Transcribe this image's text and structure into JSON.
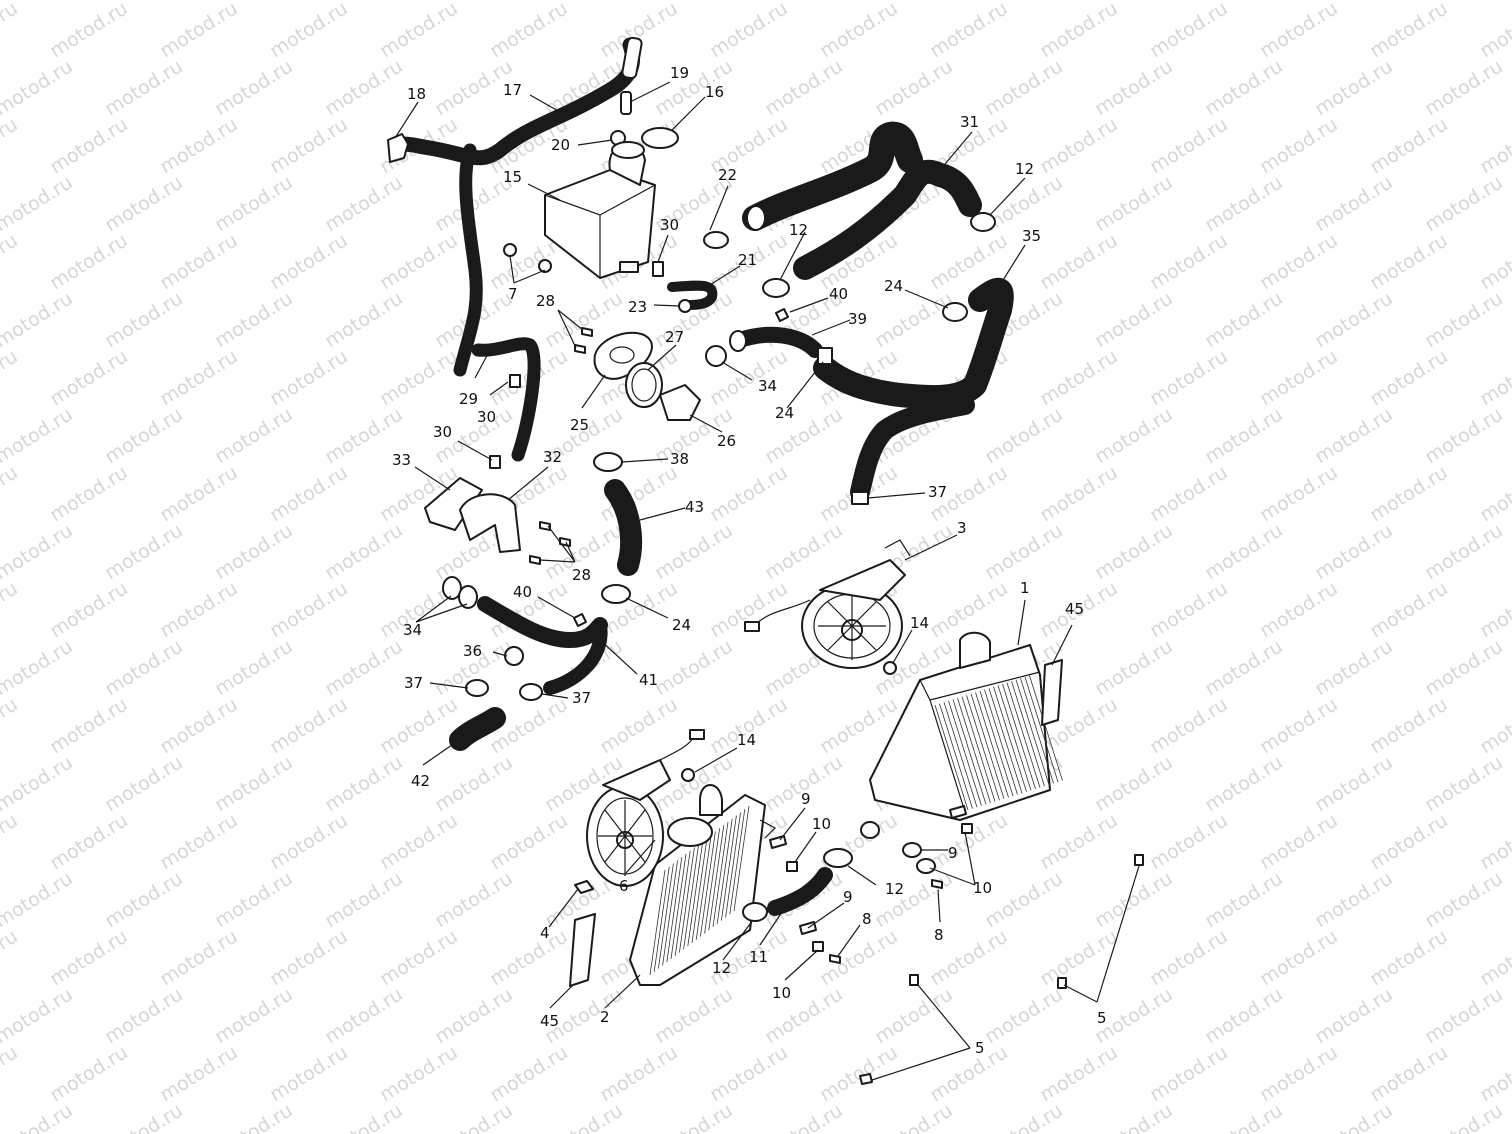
{
  "watermark": "motod.ru",
  "labels": [
    {
      "id": "l1",
      "text": "1"
    },
    {
      "id": "l2",
      "text": "2"
    },
    {
      "id": "l3",
      "text": "3"
    },
    {
      "id": "l4",
      "text": "4"
    },
    {
      "id": "l5a",
      "text": "5"
    },
    {
      "id": "l5b",
      "text": "5"
    },
    {
      "id": "l6",
      "text": "6"
    },
    {
      "id": "l7",
      "text": "7"
    },
    {
      "id": "l8a",
      "text": "8"
    },
    {
      "id": "l8b",
      "text": "8"
    },
    {
      "id": "l9a",
      "text": "9"
    },
    {
      "id": "l9b",
      "text": "9"
    },
    {
      "id": "l9c",
      "text": "9"
    },
    {
      "id": "l10a",
      "text": "10"
    },
    {
      "id": "l10b",
      "text": "10"
    },
    {
      "id": "l10c",
      "text": "10"
    },
    {
      "id": "l11",
      "text": "11"
    },
    {
      "id": "l12a",
      "text": "12"
    },
    {
      "id": "l12b",
      "text": "12"
    },
    {
      "id": "l12c",
      "text": "12"
    },
    {
      "id": "l12d",
      "text": "12"
    },
    {
      "id": "l14a",
      "text": "14"
    },
    {
      "id": "l14b",
      "text": "14"
    },
    {
      "id": "l15",
      "text": "15"
    },
    {
      "id": "l16",
      "text": "16"
    },
    {
      "id": "l17",
      "text": "17"
    },
    {
      "id": "l18",
      "text": "18"
    },
    {
      "id": "l19",
      "text": "19"
    },
    {
      "id": "l20",
      "text": "20"
    },
    {
      "id": "l21",
      "text": "21"
    },
    {
      "id": "l22",
      "text": "22"
    },
    {
      "id": "l23",
      "text": "23"
    },
    {
      "id": "l24a",
      "text": "24"
    },
    {
      "id": "l24b",
      "text": "24"
    },
    {
      "id": "l24c",
      "text": "24"
    },
    {
      "id": "l25",
      "text": "25"
    },
    {
      "id": "l26",
      "text": "26"
    },
    {
      "id": "l27",
      "text": "27"
    },
    {
      "id": "l28a",
      "text": "28"
    },
    {
      "id": "l28b",
      "text": "28"
    },
    {
      "id": "l29",
      "text": "29"
    },
    {
      "id": "l30a",
      "text": "30"
    },
    {
      "id": "l30b",
      "text": "30"
    },
    {
      "id": "l30c",
      "text": "30"
    },
    {
      "id": "l31",
      "text": "31"
    },
    {
      "id": "l32",
      "text": "32"
    },
    {
      "id": "l33",
      "text": "33"
    },
    {
      "id": "l34a",
      "text": "34"
    },
    {
      "id": "l34b",
      "text": "34"
    },
    {
      "id": "l35",
      "text": "35"
    },
    {
      "id": "l36",
      "text": "36"
    },
    {
      "id": "l37a",
      "text": "37"
    },
    {
      "id": "l37b",
      "text": "37"
    },
    {
      "id": "l37c",
      "text": "37"
    },
    {
      "id": "l38",
      "text": "38"
    },
    {
      "id": "l39",
      "text": "39"
    },
    {
      "id": "l40a",
      "text": "40"
    },
    {
      "id": "l40b",
      "text": "40"
    },
    {
      "id": "l41",
      "text": "41"
    },
    {
      "id": "l42",
      "text": "42"
    },
    {
      "id": "l43",
      "text": "43"
    },
    {
      "id": "l45a",
      "text": "45"
    },
    {
      "id": "l45b",
      "text": "45"
    }
  ]
}
